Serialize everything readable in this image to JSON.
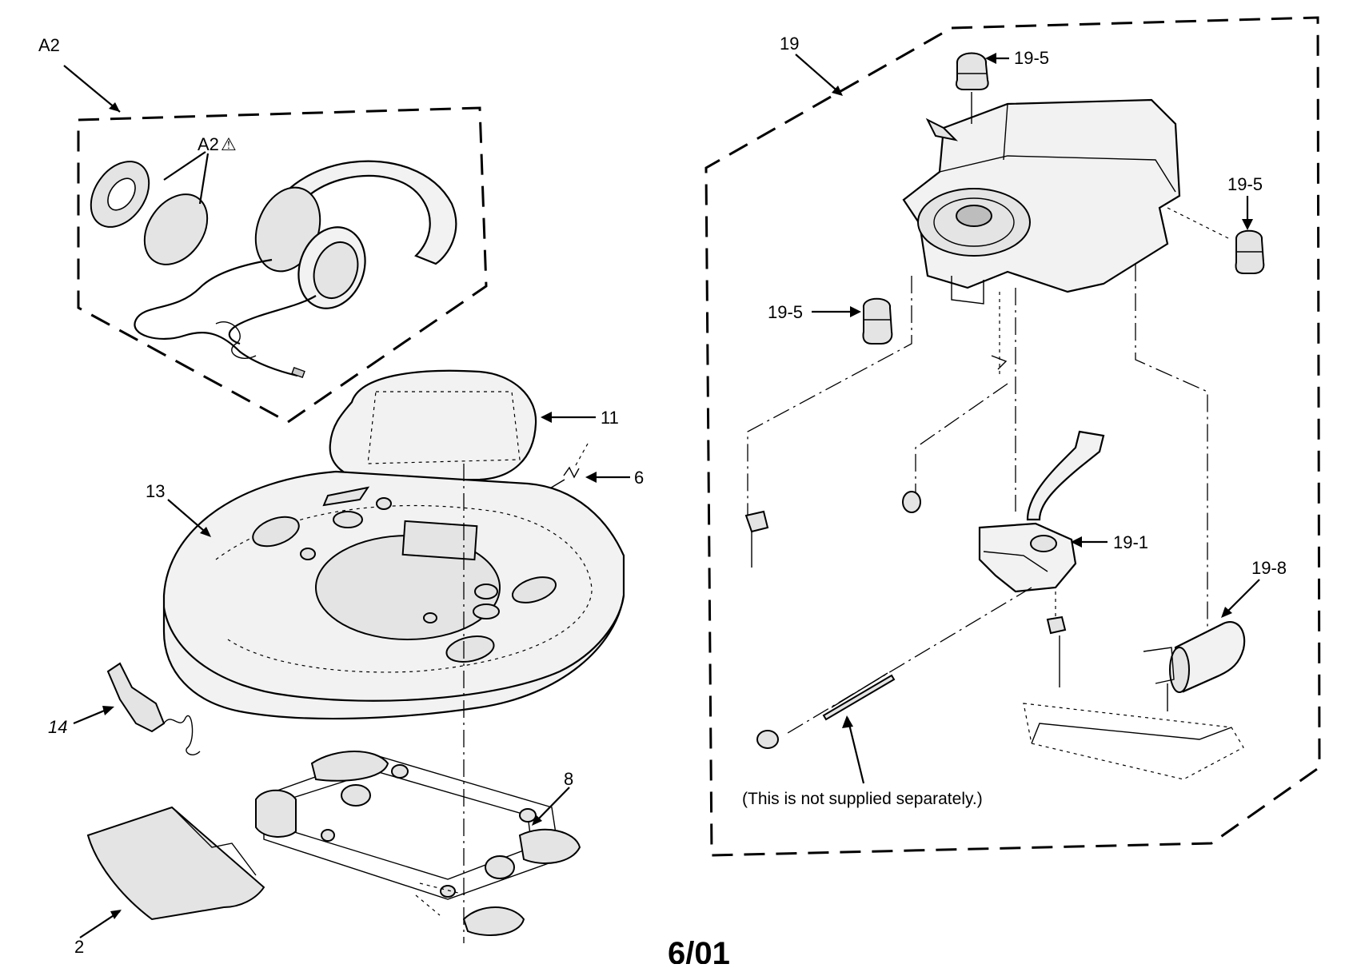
{
  "labels": {
    "a2": "A2",
    "a2a": "A2",
    "p19": "19",
    "p19_5_top": "19-5",
    "p19_5_right": "19-5",
    "p19_5_left": "19-5",
    "p11": "11",
    "p6": "6",
    "p13": "13",
    "p19_1": "19-1",
    "p19_8": "19-8",
    "p14": "14",
    "p8": "8",
    "p2": "2"
  },
  "note": "(This is not supplied separately.)",
  "page_number": "6/01"
}
